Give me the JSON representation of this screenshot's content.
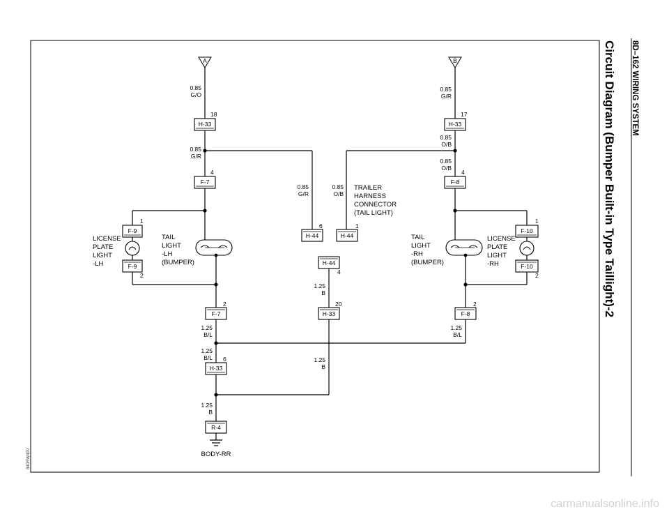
{
  "header": {
    "section": "8D–162   WIRING SYSTEM",
    "title": "Circuit Diagram (Bumper Built-in Type Taillight)-2"
  },
  "figure_code": "840RW400",
  "watermark": "carmanualsonline.info",
  "sources": {
    "a": "A",
    "b": "B"
  },
  "connectors": {
    "h33_a": "H-33",
    "h33_b": "H-33",
    "f7_top": "F-7",
    "f8_top": "F-8",
    "f9_top": "F-9",
    "f9_bot": "F-9",
    "f10_top": "F-10",
    "f10_bot": "F-10",
    "h44_a": "H-44",
    "h44_b": "H-44",
    "h44_c": "H-44",
    "f7_bot": "F-7",
    "f8_bot": "F-8",
    "h33_c": "H-33",
    "h33_d": "H-33",
    "r4": "R-4"
  },
  "pins": {
    "p18": "18",
    "p17": "17",
    "p4a": "4",
    "p4b": "4",
    "p1a": "1",
    "p1b": "1",
    "p2a": "2",
    "p2b": "2",
    "p6a": "6",
    "p1c": "1",
    "p4c": "4",
    "p2c": "2",
    "p20": "20",
    "p2d": "2",
    "p6b": "6"
  },
  "wires": {
    "w1a": "0.85",
    "w1b": "G/O",
    "w2a": "0.85",
    "w2b": "G/R",
    "w3a": "0.85",
    "w3b": "G/R",
    "w4a": "0.85",
    "w4b": "O/B",
    "w5a": "0.85",
    "w5b": "O/B",
    "w6a": "0.85",
    "w6b": "G/R",
    "w7a": "0.85",
    "w7b": "O/B",
    "w8a": "1.25",
    "w8b": "B",
    "w9a": "1.25",
    "w9b": "B/L",
    "w10a": "1.25",
    "w10b": "B/L",
    "w11a": "1.25",
    "w11b": "B/L",
    "w12a": "1.25",
    "w12b": "B",
    "w13a": "1.25",
    "w13b": "B"
  },
  "components": {
    "trailer": [
      "TRAILER",
      "HARNESS",
      "CONNECTOR",
      "(TAIL LIGHT)"
    ],
    "tail_lh": [
      "TAIL",
      "LIGHT",
      "-LH",
      "(BUMPER)"
    ],
    "tail_rh": [
      "TAIL",
      "LIGHT",
      "-RH",
      "(BUMPER)"
    ],
    "license_lh": [
      "LICENSE",
      "PLATE",
      "LIGHT",
      "-LH"
    ],
    "license_rh": [
      "LICENSE",
      "PLATE",
      "LIGHT",
      "-RH"
    ],
    "ground": "BODY-RR"
  }
}
